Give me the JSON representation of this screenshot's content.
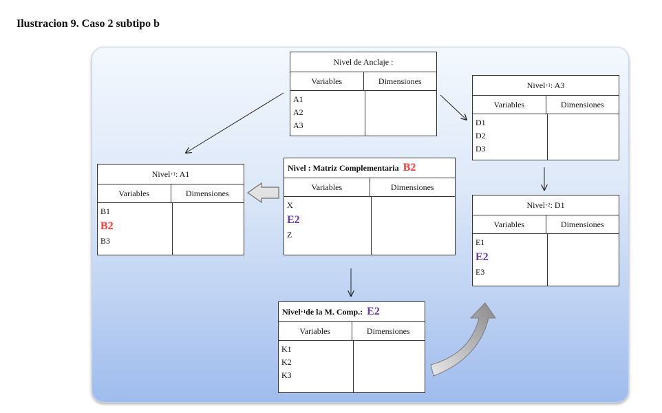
{
  "caption": "Ilustracion 9. Caso 2 subtipo b",
  "tables": {
    "anchor": {
      "title": "Nivel de Anclaje :",
      "col1": "Variables",
      "col2": "Dimensiones",
      "vars": [
        "A1",
        "A2",
        "A3"
      ]
    },
    "a3": {
      "title_pre": "Nivel ",
      "title_sub": "+1",
      "title_post": " : A3",
      "col1": "Variables",
      "col2": "Dimensiones",
      "vars": [
        "D1",
        "D2",
        "D3"
      ]
    },
    "a1": {
      "title_pre": "Nivel ",
      "title_sub": "+1",
      "title_post": " :  A1",
      "col1": "Variables",
      "col2": "Dimensiones",
      "vars": [
        "B1",
        "B2",
        "B3"
      ]
    },
    "matrix": {
      "title": "Nivel  : Matriz Complementaria",
      "title_tag": "B2",
      "col1": "Variables",
      "col2": "Dimensiones",
      "vars": [
        "X",
        "E2",
        "Z"
      ]
    },
    "d1": {
      "title_pre": "Nivel ",
      "title_sub": "+2",
      "title_post": " : D1",
      "col1": "Variables",
      "col2": "Dimensiones",
      "vars": [
        "E1",
        "E2",
        "E3"
      ]
    },
    "mcomp": {
      "title_pre": "Nivel ",
      "title_sub": "+1",
      "title_post": " de la M. Comp.:",
      "title_tag": "E2",
      "col1": "Variables",
      "col2": "Dimensiones",
      "vars": [
        "K1",
        "K2",
        "K3"
      ]
    }
  },
  "colors": {
    "highlight_red": "#f04848",
    "highlight_purple": "#6a3aa0",
    "panel_top": "#f4f8fe",
    "panel_bottom": "#9fbced"
  }
}
